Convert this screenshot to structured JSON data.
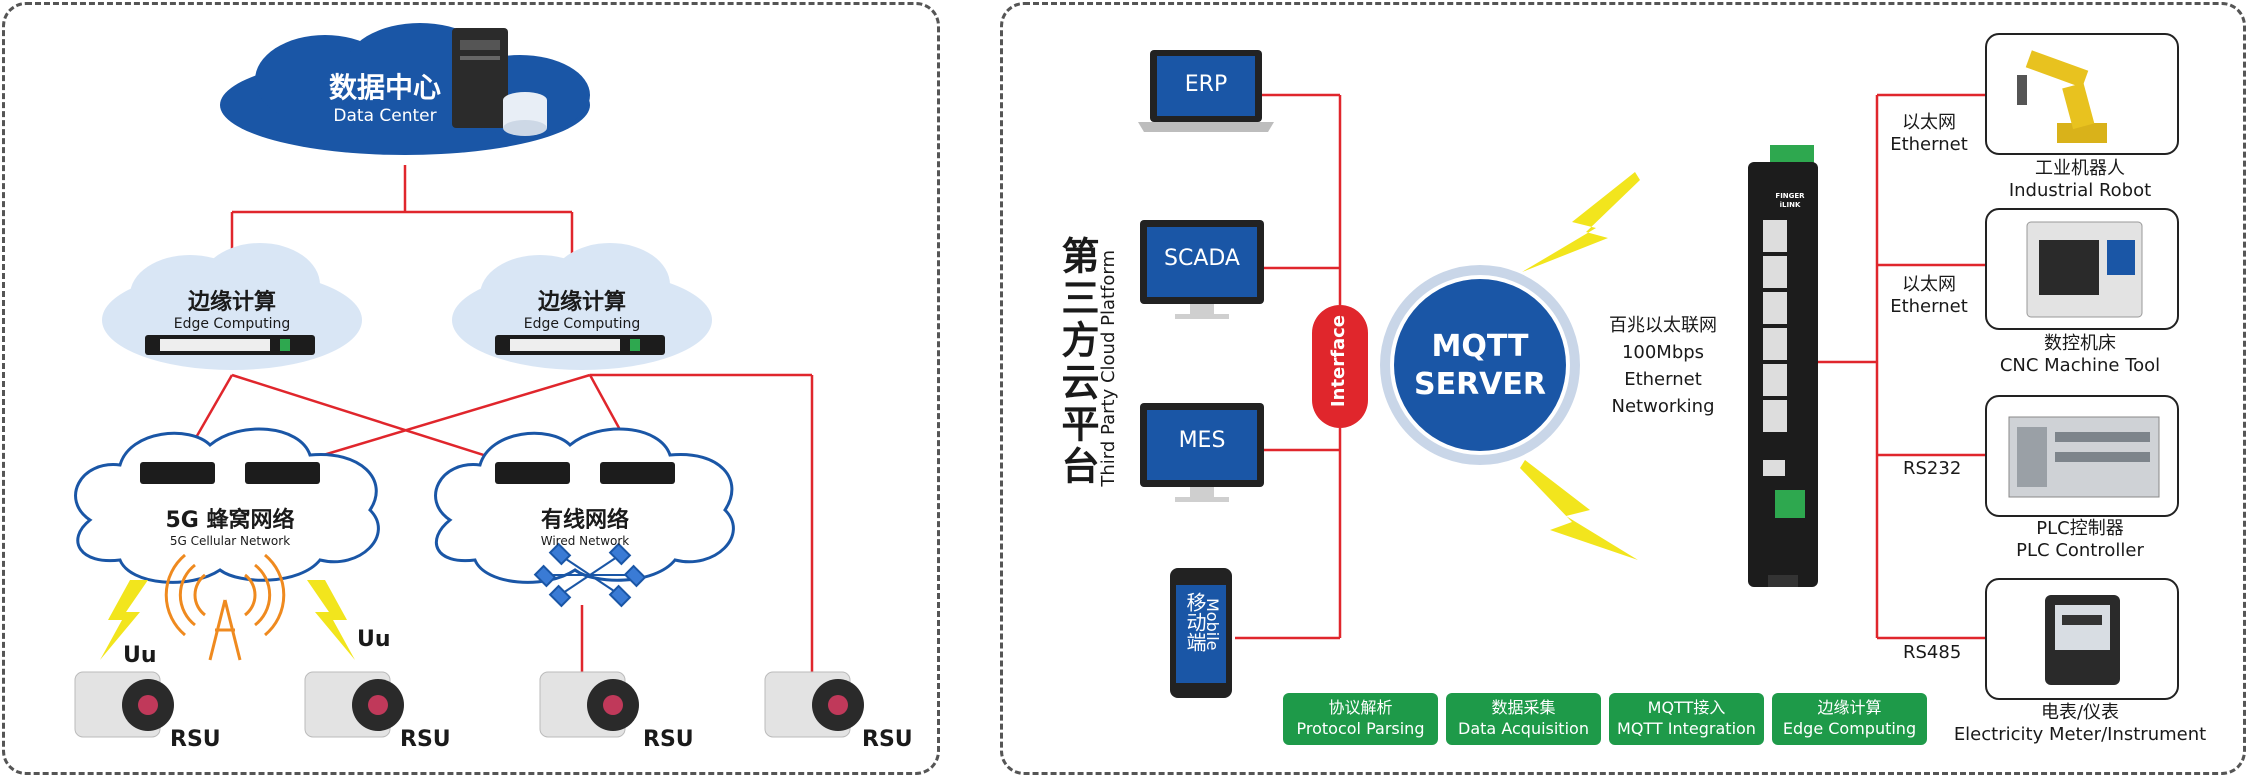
{
  "left": {
    "data_center": {
      "cn": "数据中心",
      "en": "Data Center"
    },
    "edge_nodes": [
      {
        "cn": "边缘计算",
        "en": "Edge Computing"
      },
      {
        "cn": "边缘计算",
        "en": "Edge Computing"
      }
    ],
    "cellular": {
      "cn": "5G 蜂窝网络",
      "en": "5G Cellular Network"
    },
    "wired": {
      "cn": "有线网络",
      "en": "Wired Network"
    },
    "uu_labels": [
      "Uu",
      "Uu"
    ],
    "rsu_labels": [
      "RSU",
      "RSU",
      "RSU",
      "RSU"
    ]
  },
  "right": {
    "platform": {
      "cn": "第三方云平台",
      "en": "Third Party Cloud Platform"
    },
    "systems": [
      "ERP",
      "SCADA",
      "MES"
    ],
    "mobile": {
      "cn": "移动端",
      "en": "Mobile"
    },
    "interface": "Interface",
    "server": {
      "line1": "MQTT",
      "line2": "SERVER"
    },
    "network": [
      "百兆以太联网",
      "100Mbps",
      "Ethernet",
      "Networking"
    ],
    "gateway_brand": [
      "FINGER",
      "iLINK"
    ],
    "features": [
      {
        "cn": "协议解析",
        "en": "Protocol Parsing"
      },
      {
        "cn": "数据采集",
        "en": "Data Acquisition"
      },
      {
        "cn": "MQTT接入",
        "en": "MQTT Integration"
      },
      {
        "cn": "边缘计算",
        "en": "Edge Computing"
      }
    ],
    "links": [
      {
        "cn": "以太网",
        "en": "Ethernet"
      },
      {
        "cn": "以太网",
        "en": "Ethernet"
      },
      {
        "en": "RS232"
      },
      {
        "en": "RS485"
      }
    ],
    "devices": [
      {
        "cn": "工业机器人",
        "en": "Industrial Robot"
      },
      {
        "cn": "数控机床",
        "en": "CNC Machine Tool"
      },
      {
        "cn": "PLC控制器",
        "en": "PLC Controller"
      },
      {
        "cn": "电表/仪表",
        "en": "Electricity Meter/Instrument"
      }
    ]
  },
  "colors": {
    "line": "#e0262c",
    "cloud_blue": "#1a56a6",
    "cloud_light": "#d9e6f5",
    "green": "#1e9a49",
    "bolt": "#f2e51d"
  }
}
